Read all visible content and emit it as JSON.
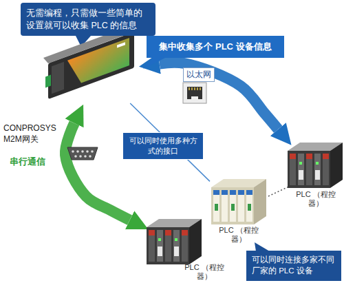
{
  "diagram": {
    "nodes": [
      {
        "text": [
          "无需编程，只需做一些简单的设置就可以收集 PLC 的信息"
        ]
      },
      {
        "text": [
          "CONPROSYS M2M网关"
        ]
      },
      {
        "text": [
          "集中收集多个 PLC 设备信息"
        ]
      },
      {
        "text": [
          "可以同时使用多种方式的接口"
        ]
      },
      {
        "text": [
          "PLC （程控器）"
        ]
      },
      {
        "text": [
          "PLC （程控器）"
        ]
      },
      {
        "text": [
          "PLC （程控器）"
        ]
      },
      {
        "text": [
          "可以同时连接多家不同厂家的 PLC 设备"
        ]
      }
    ],
    "edges": [
      {
        "from": 1,
        "to": 4,
        "arrow": "both",
        "label": "以太网"
      },
      {
        "from": 1,
        "to": 6,
        "arrow": "both",
        "label": "串行通信"
      },
      {
        "from": 1,
        "to": 5,
        "arrow": "none"
      },
      {
        "from": 5,
        "to": 4,
        "arrow": "none"
      }
    ]
  }
}
